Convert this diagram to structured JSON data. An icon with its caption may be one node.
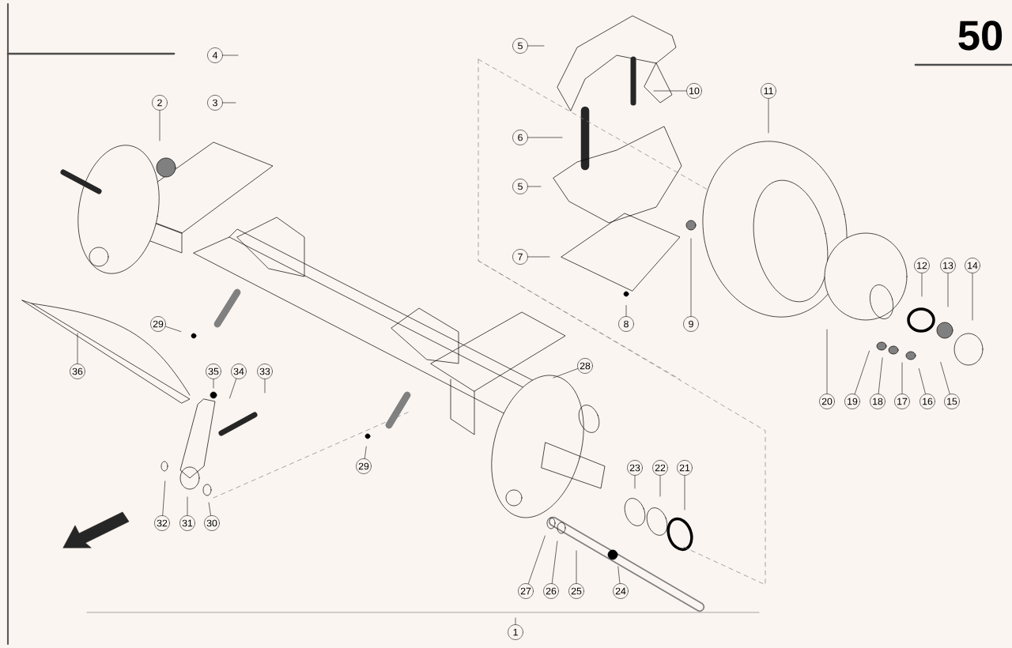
{
  "diagram": {
    "nodes": [
      {
        "text": [
          "4"
        ]
      },
      {
        "text": [
          "3"
        ]
      },
      {
        "text": [
          "2"
        ]
      },
      {
        "text": [
          "5"
        ]
      },
      {
        "text": [
          "10"
        ]
      },
      {
        "text": [
          "11"
        ]
      },
      {
        "text": [
          "6"
        ]
      },
      {
        "text": [
          "5"
        ]
      },
      {
        "text": [
          "7"
        ]
      },
      {
        "text": [
          "12"
        ]
      },
      {
        "text": [
          "13"
        ]
      },
      {
        "text": [
          "14"
        ]
      },
      {
        "text": [
          "8"
        ]
      },
      {
        "text": [
          "9"
        ]
      },
      {
        "text": [
          "29"
        ]
      },
      {
        "text": [
          "36"
        ]
      },
      {
        "text": [
          "28"
        ]
      },
      {
        "text": [
          "35"
        ]
      },
      {
        "text": [
          "34"
        ]
      },
      {
        "text": [
          "33"
        ]
      },
      {
        "text": [
          "20"
        ]
      },
      {
        "text": [
          "19"
        ]
      },
      {
        "text": [
          "18"
        ]
      },
      {
        "text": [
          "17"
        ]
      },
      {
        "text": [
          "16"
        ]
      },
      {
        "text": [
          "15"
        ]
      },
      {
        "text": [
          "29"
        ]
      },
      {
        "text": [
          "23"
        ]
      },
      {
        "text": [
          "22"
        ]
      },
      {
        "text": [
          "21"
        ]
      },
      {
        "text": [
          "32"
        ]
      },
      {
        "text": [
          "31"
        ]
      },
      {
        "text": [
          "30"
        ]
      },
      {
        "text": [
          "27"
        ]
      },
      {
        "text": [
          "26"
        ]
      },
      {
        "text": [
          "25"
        ]
      },
      {
        "text": [
          "24"
        ]
      },
      {
        "text": [
          "1"
        ]
      }
    ],
    "edges": [
      {
        "from": 0,
        "to": null,
        "arrow": "none"
      },
      {
        "from": 1,
        "to": null,
        "arrow": "none"
      },
      {
        "from": 2,
        "to": null,
        "arrow": "none"
      },
      {
        "from": 3,
        "to": null,
        "arrow": "none"
      },
      {
        "from": 4,
        "to": null,
        "arrow": "none"
      },
      {
        "from": 5,
        "to": null,
        "arrow": "none"
      },
      {
        "from": 6,
        "to": null,
        "arrow": "none"
      },
      {
        "from": 7,
        "to": null,
        "arrow": "none"
      },
      {
        "from": 8,
        "to": null,
        "arrow": "none"
      },
      {
        "from": 9,
        "to": null,
        "arrow": "none"
      },
      {
        "from": 10,
        "to": null,
        "arrow": "none"
      },
      {
        "from": 11,
        "to": null,
        "arrow": "none"
      },
      {
        "from": 12,
        "to": null,
        "arrow": "none"
      },
      {
        "from": 13,
        "to": null,
        "arrow": "none"
      },
      {
        "from": 14,
        "to": null,
        "arrow": "none"
      },
      {
        "from": 15,
        "to": null,
        "arrow": "none"
      },
      {
        "from": 16,
        "to": null,
        "arrow": "none"
      },
      {
        "from": 17,
        "to": null,
        "arrow": "none"
      },
      {
        "from": 18,
        "to": null,
        "arrow": "none"
      },
      {
        "from": 19,
        "to": null,
        "arrow": "none"
      },
      {
        "from": 20,
        "to": null,
        "arrow": "none"
      },
      {
        "from": 21,
        "to": null,
        "arrow": "none"
      },
      {
        "from": 22,
        "to": null,
        "arrow": "none"
      },
      {
        "from": 23,
        "to": null,
        "arrow": "none"
      },
      {
        "from": 24,
        "to": null,
        "arrow": "none"
      },
      {
        "from": 25,
        "to": null,
        "arrow": "none"
      },
      {
        "from": 26,
        "to": null,
        "arrow": "none"
      },
      {
        "from": 27,
        "to": null,
        "arrow": "none"
      },
      {
        "from": 28,
        "to": null,
        "arrow": "none"
      },
      {
        "from": 29,
        "to": null,
        "arrow": "none"
      },
      {
        "from": 30,
        "to": null,
        "arrow": "none"
      },
      {
        "from": 31,
        "to": null,
        "arrow": "none"
      },
      {
        "from": 32,
        "to": null,
        "arrow": "none"
      },
      {
        "from": 33,
        "to": null,
        "arrow": "none"
      },
      {
        "from": 34,
        "to": null,
        "arrow": "none"
      },
      {
        "from": 35,
        "to": null,
        "arrow": "none"
      },
      {
        "from": 36,
        "to": null,
        "arrow": "none"
      },
      {
        "from": 37,
        "to": null,
        "arrow": "none"
      }
    ],
    "labels": [
      "50"
    ]
  }
}
